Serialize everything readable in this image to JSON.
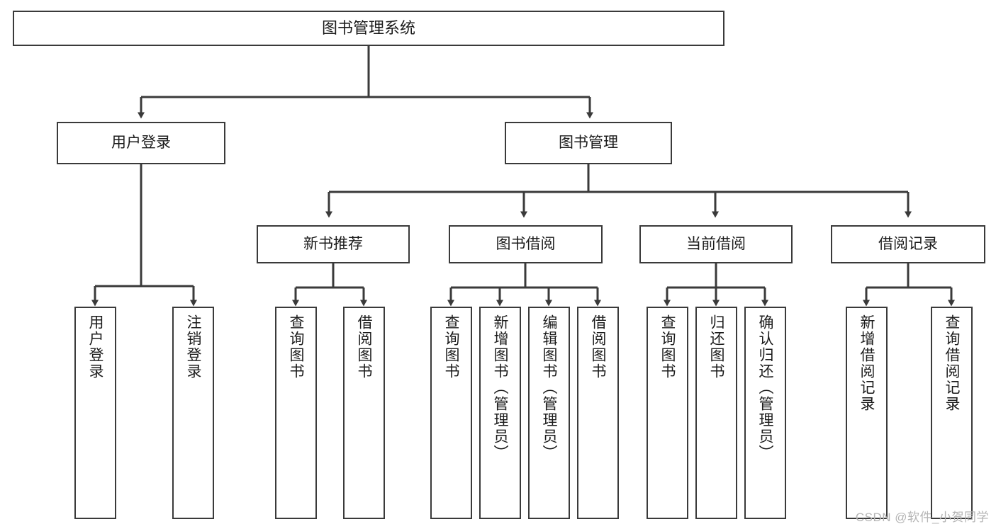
{
  "diagram": {
    "title": "图书管理系统",
    "type": "hierarchy-tree",
    "watermark": "CSDN @软件_小贺同学",
    "colors": {
      "stroke": "#3a3a3a",
      "fill": "#ffffff",
      "text": "#1b1b1b",
      "watermark": "#b4b4b4"
    },
    "nodes": {
      "root": {
        "label": "图书管理系统"
      },
      "level1": [
        {
          "id": "user-login",
          "label": "用户登录"
        },
        {
          "id": "book-manage",
          "label": "图书管理"
        }
      ],
      "level2": [
        {
          "id": "new-book-rec",
          "label": "新书推荐"
        },
        {
          "id": "book-borrow",
          "label": "图书借阅"
        },
        {
          "id": "current-borrow",
          "label": "当前借阅"
        },
        {
          "id": "borrow-record",
          "label": "借阅记录"
        }
      ],
      "leaves": {
        "user_login": [
          {
            "id": "leaf-user-login",
            "label": "用户登录"
          },
          {
            "id": "leaf-logout",
            "label": "注销登录"
          }
        ],
        "new_book_rec": [
          {
            "id": "leaf-query-book-1",
            "label": "查询图书"
          },
          {
            "id": "leaf-borrow-book-1",
            "label": "借阅图书"
          }
        ],
        "book_borrow": [
          {
            "id": "leaf-query-book-2",
            "label": "查询图书"
          },
          {
            "id": "leaf-add-book",
            "label": "新增图书（管理员）"
          },
          {
            "id": "leaf-edit-book",
            "label": "编辑图书（管理员）"
          },
          {
            "id": "leaf-borrow-book-2",
            "label": "借阅图书"
          }
        ],
        "current_borrow": [
          {
            "id": "leaf-query-book-3",
            "label": "查询图书"
          },
          {
            "id": "leaf-return-book",
            "label": "归还图书"
          },
          {
            "id": "leaf-confirm-return",
            "label": "确认归还（管理员）"
          }
        ],
        "borrow_record": [
          {
            "id": "leaf-add-record",
            "label": "新增借阅记录"
          },
          {
            "id": "leaf-query-record",
            "label": "查询借阅记录"
          }
        ]
      }
    }
  }
}
